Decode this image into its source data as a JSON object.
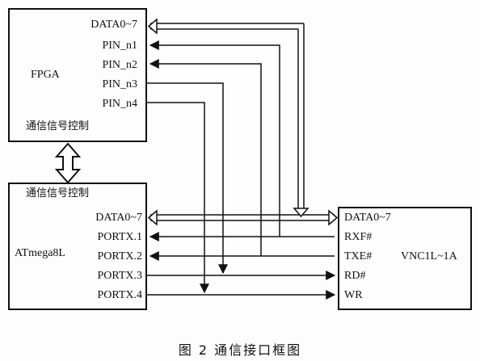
{
  "fpga": {
    "name": "FPGA",
    "ctrl": "通信信号控制",
    "pins": [
      "DATA0~7",
      "PIN_n1",
      "PIN_n2",
      "PIN_n3",
      "PIN_n4"
    ]
  },
  "atmega": {
    "name": "ATmega8L",
    "ctrl": "通信信号控制",
    "pins": [
      "DATA0~7",
      "PORTX.1",
      "PORTX.2",
      "PORTX.3",
      "PORTX.4"
    ]
  },
  "vnc": {
    "name": "VNC1L~1A",
    "pins": [
      "DATA0~7",
      "RXF#",
      "TXE#",
      "RD#",
      "WR"
    ]
  },
  "caption": "图 2   通信接口框图"
}
